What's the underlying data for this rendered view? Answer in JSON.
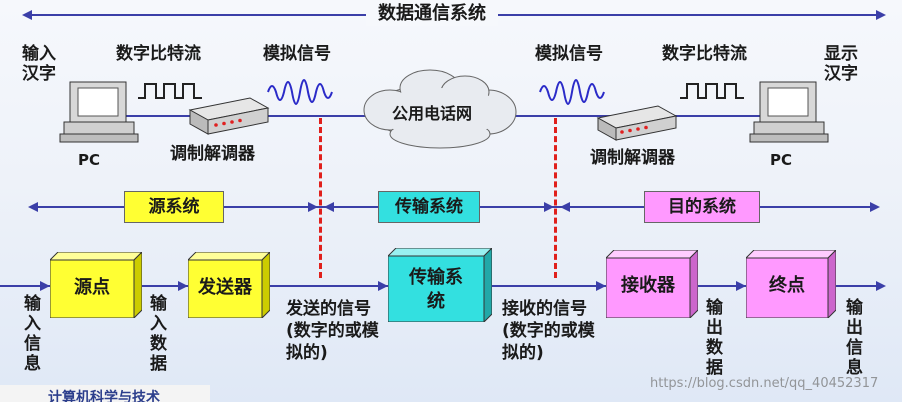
{
  "header": {
    "title": "数据通信系统"
  },
  "top": {
    "left_input": "输入汉字",
    "right_output": "显示汉字",
    "left_digital": "数字比特流",
    "right_digital": "数字比特流",
    "left_analog": "模拟信号",
    "right_analog": "模拟信号",
    "network": "公用电话网",
    "left_pc": "PC",
    "right_pc": "PC",
    "left_modem": "调制解调器",
    "right_modem": "调制解调器"
  },
  "systems": {
    "source": "源系统",
    "transmission": "传输系统",
    "destination": "目的系统"
  },
  "blocks": {
    "source_point": "源点",
    "transmitter": "发送器",
    "transmission": "传输系统",
    "receiver": "接收器",
    "destination_point": "终点"
  },
  "labels": {
    "input_info": "输入信息",
    "input_data": "输入数据",
    "sent_signal": "发送的信号(数字的或模拟的)",
    "received_signal": "接收的信号(数字的或模拟的)",
    "output_data": "输出数据",
    "output_info": "输出信息"
  },
  "footer": {
    "watermark": "https://blog.csdn.net/qq_40452317",
    "bottom_text": "计算机科学与技术"
  },
  "colors": {
    "yellow": "#ffff33",
    "cyan": "#33e0e0",
    "pink": "#ff99ff",
    "line": "#3b3fa8",
    "dash": "#e0201c"
  }
}
